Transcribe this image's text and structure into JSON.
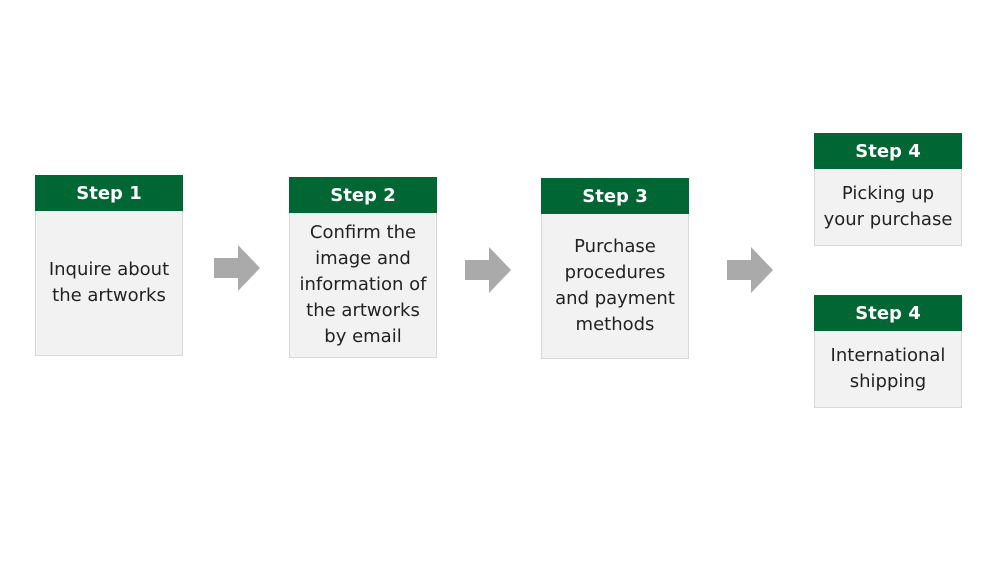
{
  "colors": {
    "header_bg": "#006633",
    "header_text": "#ffffff",
    "box_bg": "#f2f2f2",
    "box_border": "#d9d9d9",
    "arrow": "#aaaaaa"
  },
  "steps": [
    {
      "label": "Step 1",
      "text": "Inquire about\nthe artworks"
    },
    {
      "label": "Step 2",
      "text": "Confirm the\nimage and\ninformation of\nthe artworks\nby email"
    },
    {
      "label": "Step 3",
      "text": "Purchase\nprocedures\nand payment\nmethods"
    },
    {
      "label": "Step 4",
      "text": "Picking up\nyour purchase"
    },
    {
      "label": "Step 4",
      "text": "International\nshipping"
    }
  ],
  "arrows": [
    "arrow-right-icon",
    "arrow-right-icon",
    "arrow-right-icon"
  ]
}
